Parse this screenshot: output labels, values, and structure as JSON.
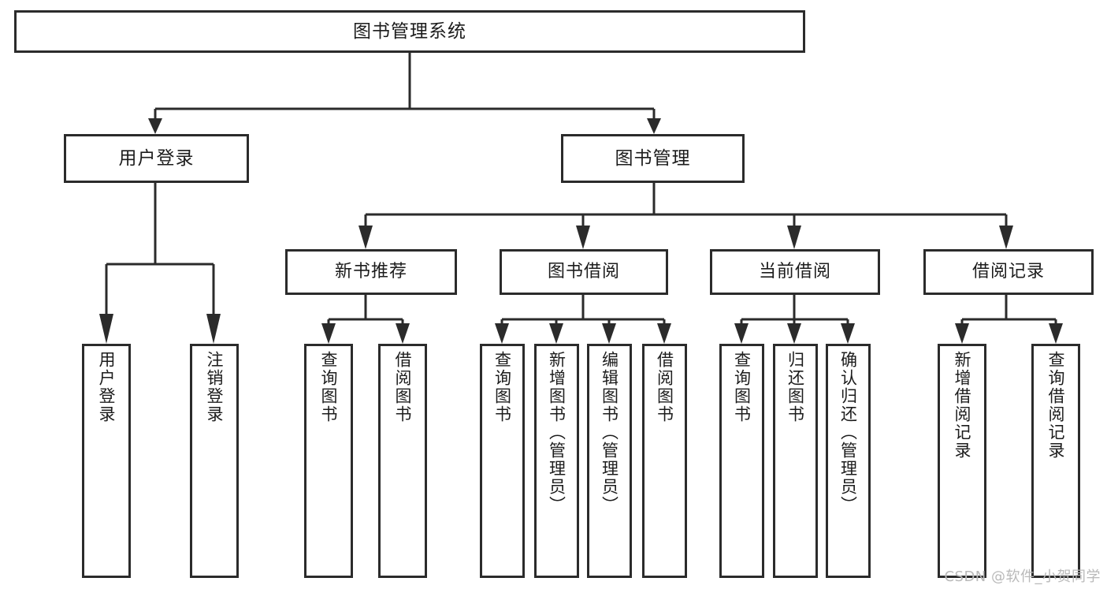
{
  "diagram": {
    "title": "图书管理系统",
    "type": "functional-structure-tree",
    "line_color": "#2b2b2b",
    "box_fill": "#ffffff",
    "text_color": "#1c1c1c"
  },
  "root": {
    "label": "图书管理系统"
  },
  "level1": [
    {
      "label": "用户登录"
    },
    {
      "label": "图书管理"
    }
  ],
  "level2": [
    {
      "label": "新书推荐"
    },
    {
      "label": "图书借阅"
    },
    {
      "label": "当前借阅"
    },
    {
      "label": "借阅记录"
    }
  ],
  "leaves": {
    "user_login": [
      {
        "label": "用户登录"
      },
      {
        "label": "注销登录"
      }
    ],
    "new_book_recommend": [
      {
        "label": "查询图书"
      },
      {
        "label": "借阅图书"
      }
    ],
    "book_borrow": [
      {
        "label": "查询图书"
      },
      {
        "label": "新增图书（管理员）"
      },
      {
        "label": "编辑图书（管理员）"
      },
      {
        "label": "借阅图书"
      }
    ],
    "current_borrow": [
      {
        "label": "查询图书"
      },
      {
        "label": "归还图书"
      },
      {
        "label": "确认归还（管理员）"
      }
    ],
    "borrow_record": [
      {
        "label": "新增借阅记录"
      },
      {
        "label": "查询借阅记录"
      }
    ]
  },
  "watermark": {
    "text": "CSDN @软件_小贺同学"
  }
}
